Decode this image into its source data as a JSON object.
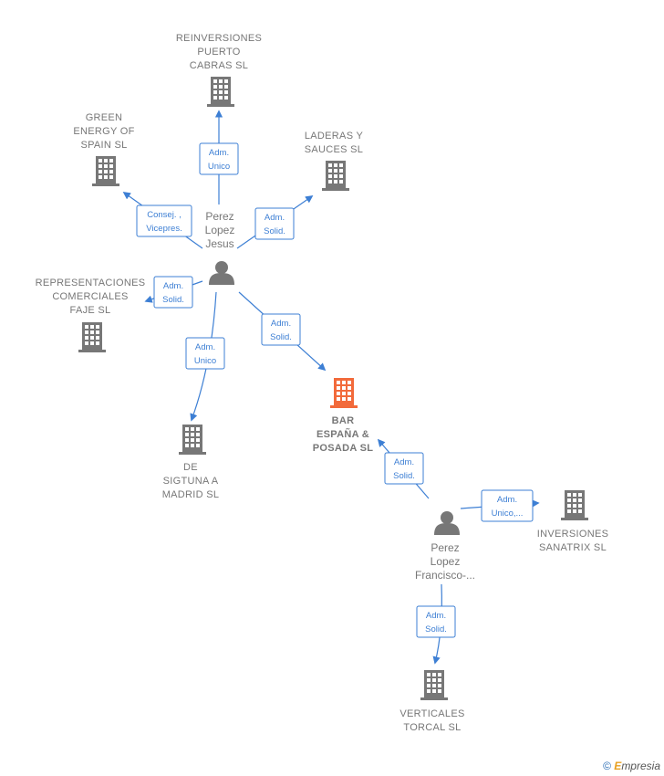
{
  "companies": [
    {
      "id": "reinversiones",
      "lines": [
        "REINVERSIONES",
        "PUERTO",
        "CABRAS  SL"
      ]
    },
    {
      "id": "green",
      "lines": [
        "GREEN",
        "ENERGY OF",
        "SPAIN  SL"
      ]
    },
    {
      "id": "laderas",
      "lines": [
        "LADERAS Y",
        "SAUCES SL"
      ]
    },
    {
      "id": "representaciones",
      "lines": [
        "REPRESENTACIONES",
        "COMERCIALES",
        "FAJE SL"
      ]
    },
    {
      "id": "bar",
      "lines": [
        "BAR",
        "ESPAÑA &",
        "POSADA  SL"
      ],
      "main": true
    },
    {
      "id": "sigtuna",
      "lines": [
        "DE",
        "SIGTUNA A",
        "MADRID  SL"
      ]
    },
    {
      "id": "inversiones",
      "lines": [
        "INVERSIONES",
        "SANATRIX  SL"
      ]
    },
    {
      "id": "verticales",
      "lines": [
        "VERTICALES",
        "TORCAL  SL"
      ]
    }
  ],
  "persons": [
    {
      "id": "jesus",
      "lines": [
        "Perez",
        "Lopez",
        "Jesus"
      ]
    },
    {
      "id": "francisco",
      "lines": [
        "Perez",
        "Lopez",
        "Francisco-..."
      ]
    }
  ],
  "roles": [
    {
      "id": "r-reinv",
      "lines": [
        "Adm.",
        "Unico"
      ]
    },
    {
      "id": "r-green",
      "lines": [
        "Consej. ,",
        "Vicepres."
      ]
    },
    {
      "id": "r-laderas",
      "lines": [
        "Adm.",
        "Solid."
      ]
    },
    {
      "id": "r-repr",
      "lines": [
        "Adm.",
        "Solid."
      ]
    },
    {
      "id": "r-sigtuna",
      "lines": [
        "Adm.",
        "Unico"
      ]
    },
    {
      "id": "r-bar-jesus",
      "lines": [
        "Adm.",
        "Solid."
      ]
    },
    {
      "id": "r-bar-fran",
      "lines": [
        "Adm.",
        "Solid."
      ]
    },
    {
      "id": "r-inv",
      "lines": [
        "Adm.",
        "Unico,..."
      ]
    },
    {
      "id": "r-vert",
      "lines": [
        "Adm.",
        "Solid."
      ]
    }
  ],
  "colors": {
    "edge": "#3d7fd4",
    "building": "#777777",
    "building_main": "#f26a3b",
    "person": "#777777"
  },
  "footer": {
    "copyright": "©",
    "brand_e": "E",
    "brand_rest": "mpresia"
  }
}
